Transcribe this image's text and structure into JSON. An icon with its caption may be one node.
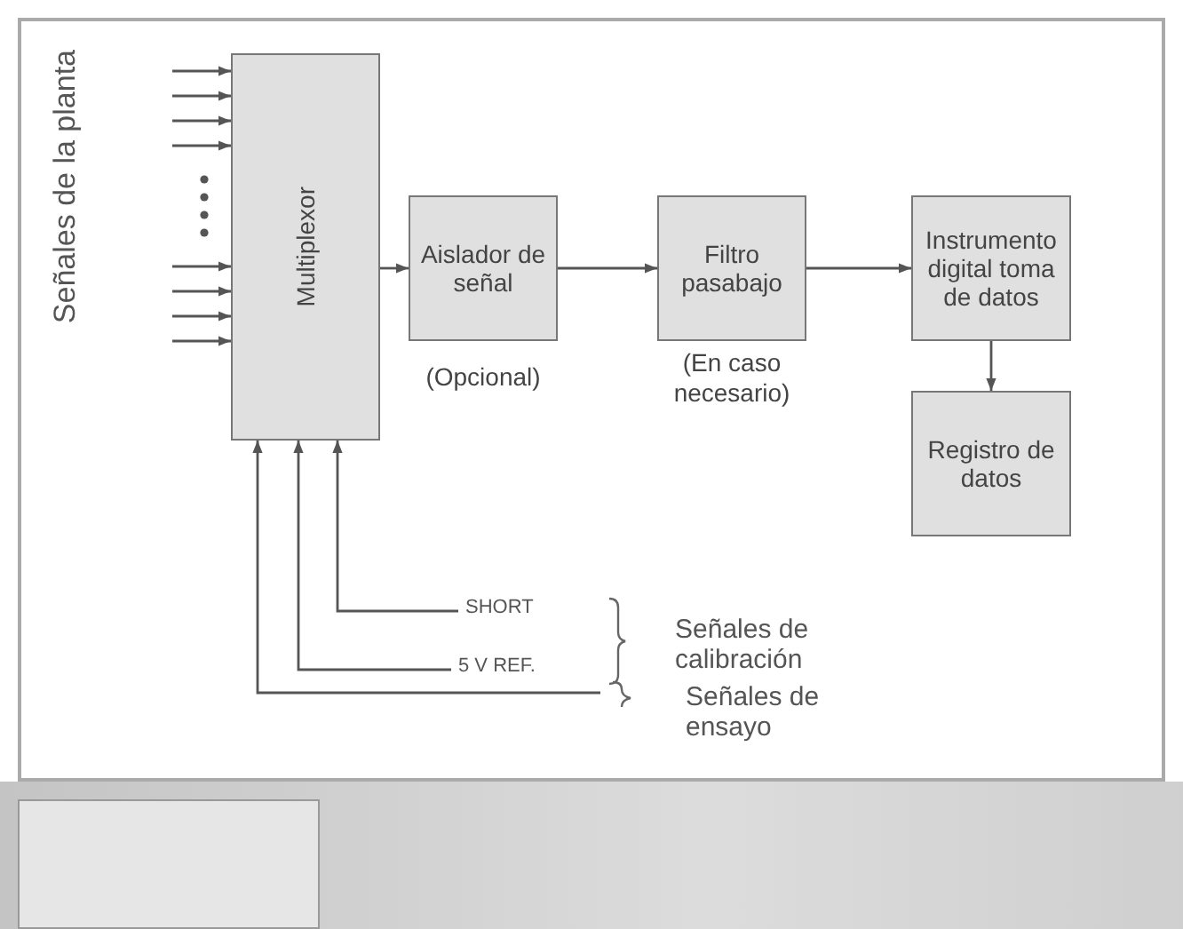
{
  "diagram": {
    "nodes": [
      {
        "text": [
          "Multiplexor"
        ]
      },
      {
        "text": [
          "Aislador de señal"
        ],
        "beside": [
          "(Opcional)"
        ]
      },
      {
        "text": [
          "Filtro pasabajo"
        ],
        "beside": [
          "(En caso necesario)"
        ]
      },
      {
        "text": [
          "Instrumento digital toma de datos"
        ]
      },
      {
        "text": [
          "Registro de datos"
        ]
      },
      {
        "text": [
          "SHORT"
        ]
      },
      {
        "text": [
          "5 V REF."
        ]
      }
    ],
    "edges": [
      {
        "from": null,
        "to": 0,
        "arrow": "to"
      },
      {
        "from": null,
        "to": 0,
        "arrow": "to"
      },
      {
        "from": null,
        "to": 0,
        "arrow": "to"
      },
      {
        "from": null,
        "to": 0,
        "arrow": "to"
      },
      {
        "from": null,
        "to": 0,
        "arrow": "to"
      },
      {
        "from": null,
        "to": 0,
        "arrow": "to"
      },
      {
        "from": null,
        "to": 0,
        "arrow": "to"
      },
      {
        "from": null,
        "to": 0,
        "arrow": "to"
      },
      {
        "from": 0,
        "to": 1,
        "arrow": "to"
      },
      {
        "from": 1,
        "to": 2,
        "arrow": "to"
      },
      {
        "from": 2,
        "to": 3,
        "arrow": "to"
      },
      {
        "from": 3,
        "to": 4,
        "arrow": "to"
      },
      {
        "from": 5,
        "to": 0,
        "arrow": "to"
      },
      {
        "from": 6,
        "to": 0,
        "arrow": "to"
      },
      {
        "from": null,
        "to": 0,
        "arrow": "to"
      }
    ],
    "labels": [
      "Señales de la planta",
      "Señales de calibración",
      "Señales de ensayo"
    ]
  }
}
